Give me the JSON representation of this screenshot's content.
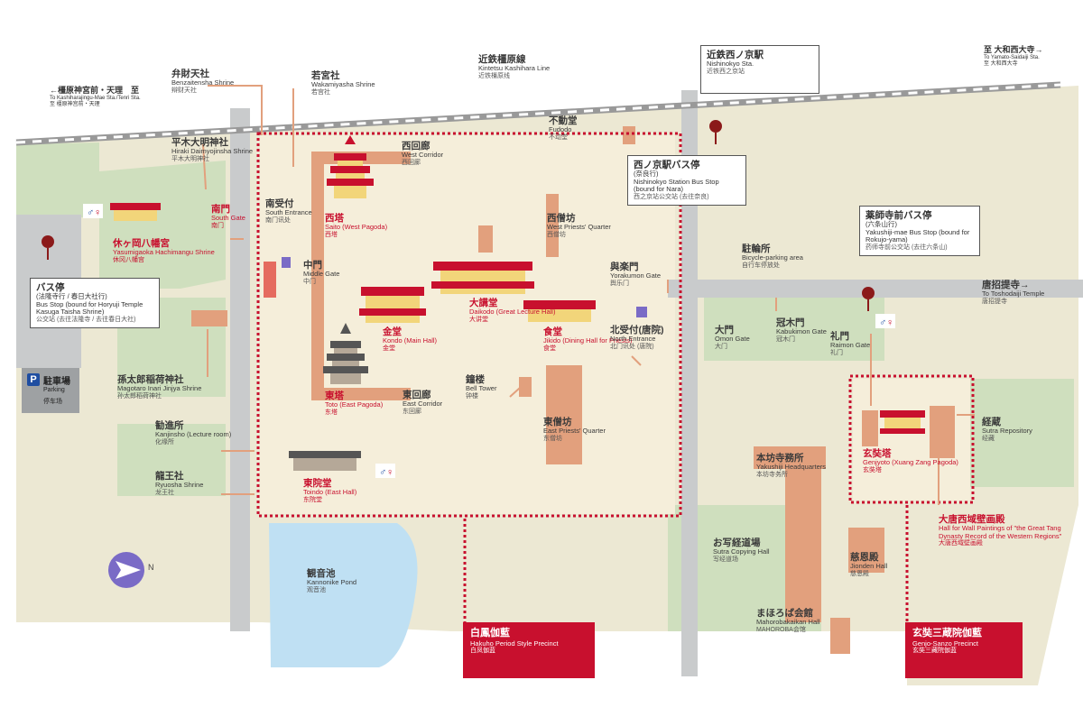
{
  "labels": {
    "benzaiten": {
      "jp": "弁財天社",
      "en": "Benzaitensha Shrine",
      "cn": "辩财天社"
    },
    "wakamiya": {
      "jp": "若宮社",
      "en": "Wakamiyasha Shrine",
      "cn": "若宫社"
    },
    "kintetsu": {
      "jp": "近鉄橿原線",
      "en": "Kintetsu Kashihara Line",
      "cn": "近铁橿原线"
    },
    "hiraki": {
      "jp": "平木大明神社",
      "en": "Hiraki Daimyojinsha Shrine",
      "cn": "平木大明神社"
    },
    "saikairo": {
      "jp": "西回廊",
      "en": "West Corridor",
      "cn": "西回廊"
    },
    "fudo": {
      "jp": "不動堂",
      "en": "Fudodo",
      "cn": "不动堂"
    },
    "nanmon": {
      "jp": "南門",
      "en": "South Gate",
      "cn": "南门"
    },
    "minamiuke": {
      "jp": "南受付",
      "en": "South Entrance",
      "cn": "南门讯处"
    },
    "saito": {
      "jp": "西塔",
      "en": "Saito (West Pagoda)",
      "cn": "西塔"
    },
    "saisobo": {
      "jp": "西僧坊",
      "en": "West Priests' Quarter",
      "cn": "西僧坊"
    },
    "yasumigaoka": {
      "jp": "休ヶ岡八幡宮",
      "en": "Yasumigaoka Hachimangu Shrine",
      "cn": "休冈八幡宫"
    },
    "chumon": {
      "jp": "中門",
      "en": "Middle Gate",
      "cn": "中门"
    },
    "daikodo": {
      "jp": "大講堂",
      "en": "Daikodo (Great Lecture Hall)",
      "cn": "大讲堂"
    },
    "yorakumon": {
      "jp": "與楽門",
      "en": "Yorakumon Gate",
      "cn": "舆乐门"
    },
    "kondo": {
      "jp": "金堂",
      "en": "Kondo (Main Hall)",
      "cn": "金堂"
    },
    "jikido": {
      "jp": "食堂",
      "en": "Jikido (Dining Hall for Priests)",
      "cn": "食堂"
    },
    "kitauke": {
      "jp": "北受付(唐院)",
      "en": "North Entrance",
      "cn": "北门讯处 (唐院)"
    },
    "shurokaku": {
      "jp": "鐘楼",
      "en": "Bell Tower",
      "cn": "钟楼"
    },
    "toto": {
      "jp": "東塔",
      "en": "Toto (East Pagoda)",
      "cn": "东塔"
    },
    "tokairo": {
      "jp": "東回廊",
      "en": "East Corridor",
      "cn": "东回廊"
    },
    "tosobo": {
      "jp": "東僧坊",
      "en": "East Priests' Quarter",
      "cn": "东僧坊"
    },
    "magotaro": {
      "jp": "孫太郎稲荷神社",
      "en": "Magotaro Inari Jinjya Shrine",
      "cn": "孙太郎稻荷神社"
    },
    "kanjinsho": {
      "jp": "勧進所",
      "en": "Kanjinsho (Lecture room)",
      "cn": "化缘所"
    },
    "ryuosha": {
      "jp": "龍王社",
      "en": "Ryuosha Shrine",
      "cn": "龙王社"
    },
    "toindo": {
      "jp": "東院堂",
      "en": "Toindo (East Hall)",
      "cn": "东院堂"
    },
    "kannonike": {
      "jp": "観音池",
      "en": "Kannonike Pond",
      "cn": "观音池"
    },
    "churinjo": {
      "jp": "駐輪所",
      "en": "Bicycle-parking area",
      "cn": "自行车停放处"
    },
    "daimon": {
      "jp": "大門",
      "en": "Omon Gate",
      "cn": "大门"
    },
    "kabukimon": {
      "jp": "冠木門",
      "en": "Kabukimon Gate",
      "cn": "冠木门"
    },
    "raimon": {
      "jp": "礼門",
      "en": "Raimon Gate",
      "cn": "礼门"
    },
    "honbo": {
      "jp": "本坊寺務所",
      "en": "Yakushiji Headquarters",
      "cn": "本坊寺务所"
    },
    "genjyoto": {
      "jp": "玄奘塔",
      "en": "Genjyoto (Xuang Zang Pagoda)",
      "cn": "玄奘塔"
    },
    "kyozo": {
      "jp": "経蔵",
      "en": "Sutra Repository",
      "cn": "经藏"
    },
    "daitou": {
      "jp": "大唐西域壁画殿",
      "en": "Hall for Wall Paintings of \"the Great Tang Dynasty Record of the Western Regions\"",
      "cn": "大唐西域壁画殿"
    },
    "shakyo": {
      "jp": "お写経道場",
      "en": "Sutra Copying Hall",
      "cn": "写经道场"
    },
    "jionden": {
      "jp": "慈恩殿",
      "en": "Jionden Hall",
      "cn": "慈恩殿"
    },
    "mahoroba": {
      "jp": "まほろば会館",
      "en": "Mahorobakaikan Hall",
      "cn": "MAHOROBA会馆"
    },
    "toshodaiji": {
      "jp": "唐招提寺→",
      "en": "To Toshodaiji Temple",
      "cn": "唐招提寺"
    }
  },
  "boxes": {
    "nishinokyo": {
      "jp": "近鉄西ノ京駅",
      "en": "Nishinokyo Sta.",
      "cn": "近铁西之京站"
    },
    "nishinokyo_bus": {
      "jp": "西ノ京駅バス停",
      "sub": "(奈良行)",
      "en": "Nishinokyo Station Bus Stop (bound for Nara)",
      "cn": "西之京站公交站 (去往奈良)"
    },
    "yakushijimae_bus": {
      "jp": "薬師寺前バス停",
      "sub": "(六条山行)",
      "en": "Yakushiji-mae Bus Stop (bound for Rokujo-yama)",
      "cn": "药师寺前公交站 (去往六条山)"
    },
    "bus_stop": {
      "jp": "バス停",
      "sub": "(法隆寺行 / 春日大社行)",
      "en": "Bus Stop (bound for Horyuji Temple Kasuga Taisha Shrine)",
      "cn": "公交站 (去往法隆寺 / 去往春日大社)"
    }
  },
  "parking": {
    "jp": "駐車場",
    "en": "Parking",
    "cn": "停车场",
    "icon": "P"
  },
  "precincts": {
    "hakuho": {
      "jp": "白鳳伽藍",
      "en": "Hakuho Period Style Precinct",
      "cn": "白凤伽蓝"
    },
    "genjo": {
      "jp": "玄奘三蔵院伽藍",
      "en": "Genjo-Sanzo Precinct",
      "cn": "玄奘三藏院伽蓝"
    }
  },
  "directions": {
    "kashihara": {
      "jp": "←橿原神宮前・天理　至",
      "en": "To Kashiharajingu-Mae Sta./Tenri Sta.",
      "cn": "至 橿原神宫前・天理"
    },
    "yamato": {
      "jp": "至 大和西大寺→",
      "en": "To Yamato-Saidaiji Sta.",
      "cn": "至 大和西大寺"
    }
  },
  "compass": {
    "label": "N"
  },
  "colors": {
    "accent_red": "#c8102e",
    "ground": "#ece8d3",
    "green": "#cfdfbe",
    "building": "#e2a07d",
    "road": "#c9cbcc",
    "water": "#bfe0f3",
    "precinct": "#f5eeda"
  }
}
